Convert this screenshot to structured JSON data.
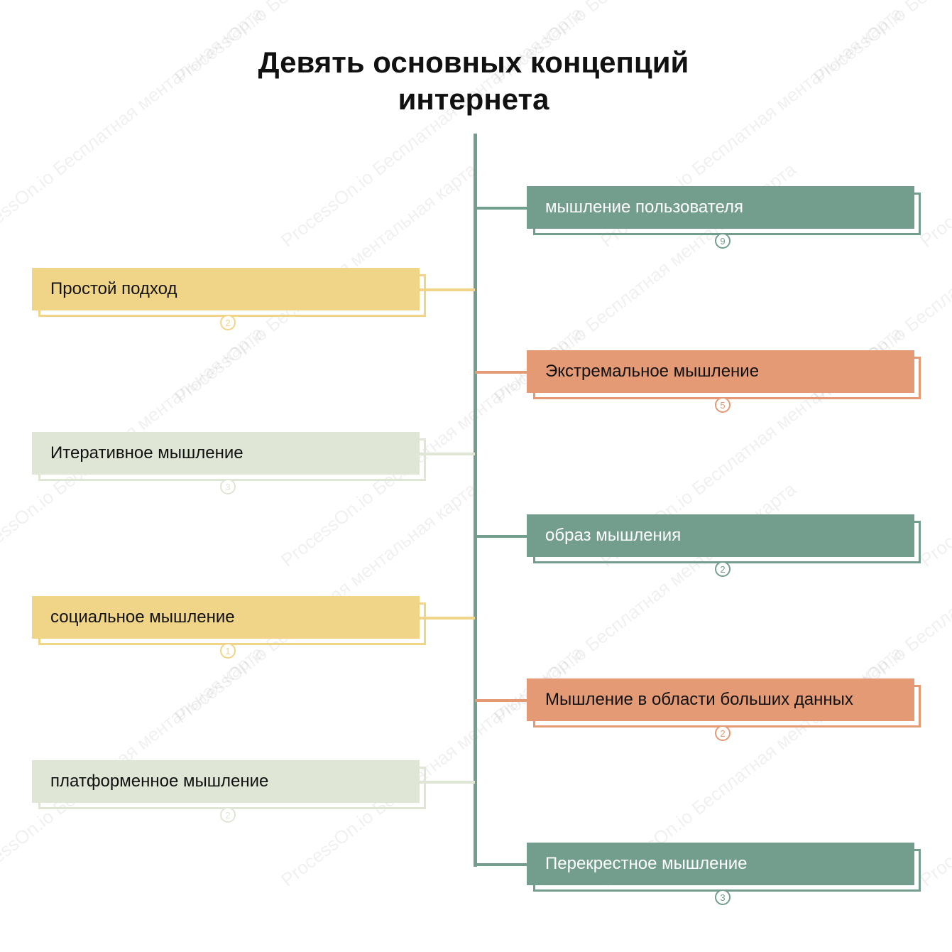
{
  "title": {
    "line1": "Девять основных концепций",
    "line2": "интернета"
  },
  "watermark": "ProcessOn.io Бесплатная ментальная карта",
  "colors": {
    "trunk": "#739d8d",
    "green": "#739d8d",
    "orange": "#e49a74",
    "yellow": "#f0d487",
    "sage": "#dfe6d5"
  },
  "left_branches": [
    {
      "label": "Простой подход",
      "count": "2",
      "style": "yellow"
    },
    {
      "label": "Итеративное мышление",
      "count": "3",
      "style": "sage"
    },
    {
      "label": "социальное мышление",
      "count": "1",
      "style": "yellow"
    },
    {
      "label": "платформенное мышление",
      "count": "2",
      "style": "sage"
    }
  ],
  "right_branches": [
    {
      "label": "мышление пользователя",
      "count": "9",
      "style": "green"
    },
    {
      "label": "Экстремальное мышление",
      "count": "5",
      "style": "orange"
    },
    {
      "label": "образ мышления",
      "count": "2",
      "style": "green"
    },
    {
      "label": "Мышление в области больших данных",
      "count": "2",
      "style": "orange"
    },
    {
      "label": "Перекрестное мышление",
      "count": "3",
      "style": "green"
    }
  ]
}
